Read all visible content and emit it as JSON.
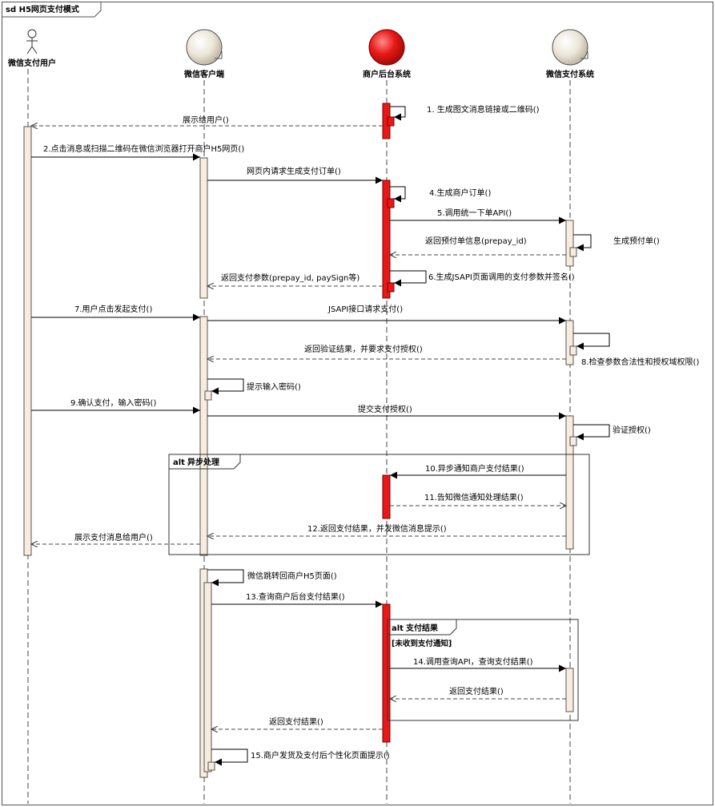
{
  "diagram": {
    "title": "sd H5网页支付模式",
    "lifelines": [
      {
        "label": "微信支付用户",
        "kind": "actor"
      },
      {
        "label": "微信客户端",
        "kind": "component",
        "color": "#ece6d8"
      },
      {
        "label": "商户后台系统",
        "kind": "component",
        "color": "#e81818"
      },
      {
        "label": "微信支付系统",
        "kind": "component",
        "color": "#ece6d8"
      }
    ],
    "messages": [
      "1. 生成图文消息链接或二维码()",
      "展示给用户()",
      "2.点击消息或扫描二维码在微信浏览器打开商户H5网页()",
      "网页内请求生成支付订单()",
      "4.生成商户订单()",
      "5.调用统一下单API()",
      "返回预付单信息(prepay_id)",
      "生成预付单()",
      "6.生成JSAPI页面调用的支付参数并签名()",
      "返回支付参数(prepay_id, paySign等)",
      "7.用户点击发起支付()",
      "JSAPI接口请求支付()",
      "返回验证结果，并要求支付授权()",
      "8.检查参数合法性和授权域权限()",
      "提示输入密码()",
      "9.确认支付，输入密码()",
      "提交支付授权()",
      "验证授权()",
      "10.异步通知商户支付结果()",
      "11.告知微信通知处理结果()",
      "12.返回支付结果，并发微信消息提示()",
      "展示支付消息给用户()",
      "微信跳转回商户H5页面()",
      "13.查询商户后台支付结果()",
      "14.调用查询API，查询支付结果()",
      "返回支付结果()",
      "返回支付结果()",
      "15.商户发货及支付后个性化页面提示()"
    ],
    "fragments": [
      {
        "operator": "alt",
        "title": "异步处理"
      },
      {
        "operator": "alt",
        "title": "支付结果",
        "guard": "[未收到支付通知]"
      }
    ],
    "colors": {
      "activation_light": "#f8ecdf",
      "activation_red": "#e81818",
      "lifeline": "#444444"
    }
  }
}
